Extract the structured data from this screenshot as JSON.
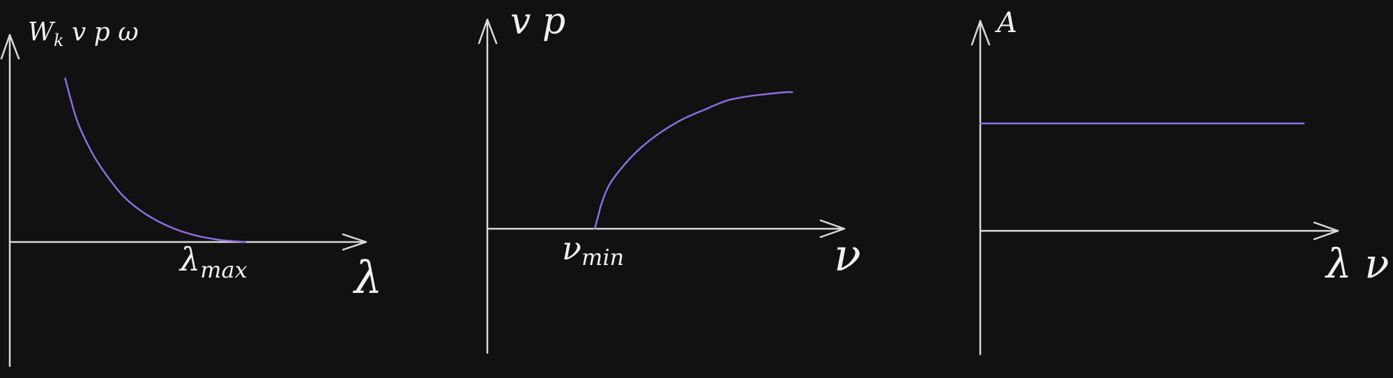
{
  "colors": {
    "background": "#111111",
    "axis": "#d9d9d9",
    "curve": "#8b6fe0",
    "text": "#f0f0f0"
  },
  "chart_data": [
    {
      "type": "line",
      "title": "",
      "ylabel": "W_k v p ω",
      "ylabel_parts": {
        "main": "W",
        "sub": "k",
        "rest": " v p ω"
      },
      "xlabel": "λ",
      "annotation": {
        "text": "λ_max",
        "main": "λ",
        "sub": "max",
        "x": 0.68
      },
      "xlim": [
        0,
        1
      ],
      "ylim": [
        0,
        1
      ],
      "series": [
        {
          "x": [
            0.16,
            0.18,
            0.2,
            0.24,
            0.28,
            0.33,
            0.39,
            0.46,
            0.53,
            0.6,
            0.64,
            0.68
          ],
          "y": [
            0.69,
            0.58,
            0.49,
            0.37,
            0.28,
            0.19,
            0.12,
            0.065,
            0.03,
            0.01,
            0.004,
            0.0
          ]
        }
      ]
    },
    {
      "type": "line",
      "title": "",
      "ylabel": "v p",
      "xlabel": "ν",
      "annotation": {
        "text": "ν_min",
        "main": "ν",
        "sub": "min",
        "x": 0.31
      },
      "xlim": [
        0,
        1
      ],
      "ylim": [
        0,
        1
      ],
      "series": [
        {
          "x": [
            0.31,
            0.32,
            0.33,
            0.35,
            0.38,
            0.43,
            0.49,
            0.56,
            0.63,
            0.69,
            0.75,
            0.8,
            0.86,
            0.88
          ],
          "y": [
            0.0,
            0.06,
            0.12,
            0.2,
            0.27,
            0.36,
            0.44,
            0.51,
            0.56,
            0.6,
            0.62,
            0.63,
            0.64,
            0.64
          ]
        }
      ]
    },
    {
      "type": "line",
      "title": "",
      "ylabel": "A",
      "xlabel": "λ ν",
      "xlim": [
        0,
        1
      ],
      "ylim": [
        0,
        1
      ],
      "series": [
        {
          "x": [
            0.0,
            0.93
          ],
          "y": [
            0.5,
            0.5
          ]
        }
      ]
    }
  ]
}
